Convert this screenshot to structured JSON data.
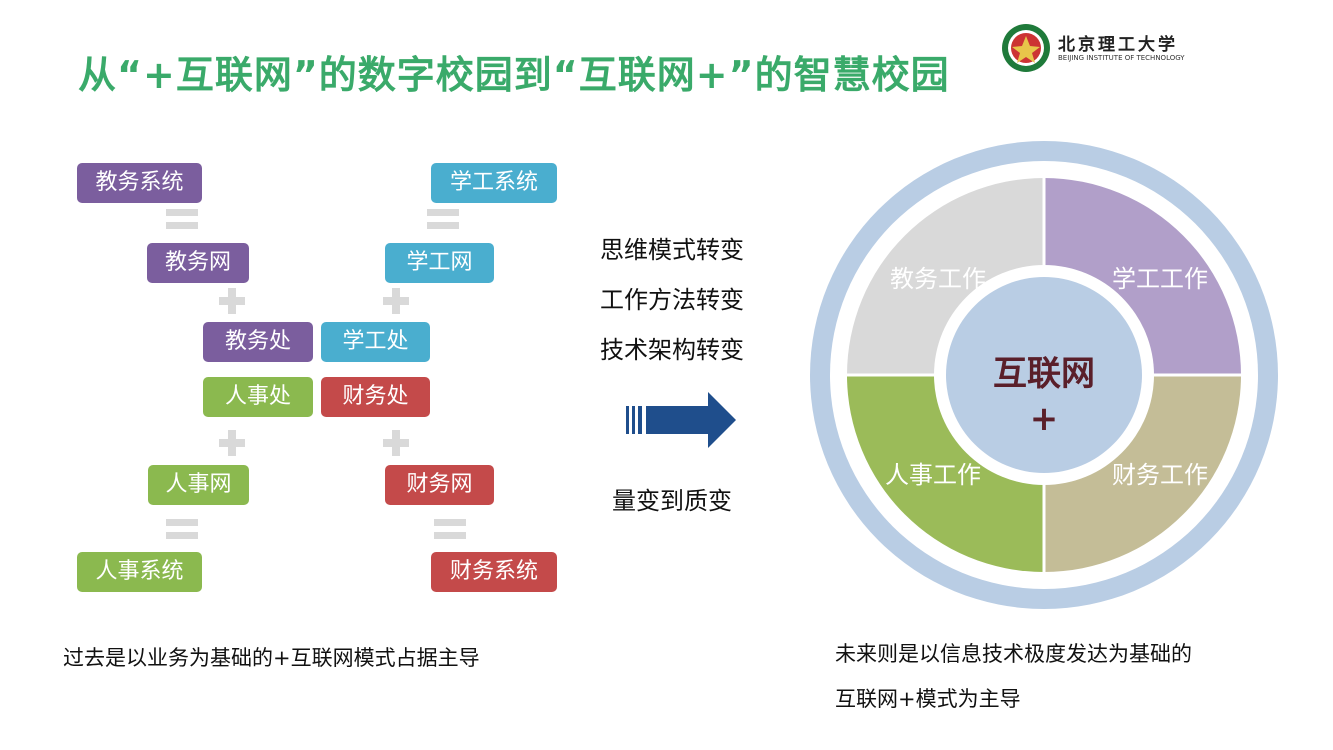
{
  "title": "从“+互联网”的数字校园到“互联网+”的智慧校园",
  "logo": {
    "name_cn": "北京理工大学",
    "name_en": "BEIJING INSTITUTE OF TECHNOLOGY",
    "colors": {
      "ring": "#1f7a3a",
      "inner": "#c33",
      "accent": "#e8c54a"
    }
  },
  "left": {
    "jiaowu_system": "教务系统",
    "xuegong_system": "学工系统",
    "jiaowu_net": "教务网",
    "xuegong_net": "学工网",
    "jiaowu_office": "教务处",
    "xuegong_office": "学工处",
    "renshi_office": "人事处",
    "caiwu_office": "财务处",
    "renshi_net": "人事网",
    "caiwu_net": "财务网",
    "renshi_system": "人事系统",
    "caiwu_system": "财务系统",
    "caption": "过去是以业务为基础的+互联网模式占据主导"
  },
  "middle": {
    "lines": [
      "思维模式转变",
      "工作方法转变",
      "技术架构转变"
    ],
    "result": "量变到质变"
  },
  "right": {
    "segments": {
      "jiaowu": "教务工作",
      "xuegong": "学工工作",
      "renshi": "人事工作",
      "caiwu": "财务工作"
    },
    "center_title": "互联网",
    "center_plus": "+",
    "caption_line1": "未来则是以信息技术极度发达为基础的",
    "caption_line2": "互联网+模式为主导"
  },
  "colors": {
    "title": "#3aaa6a",
    "purple": "#7b5e9e",
    "teal": "#4aaecf",
    "green": "#8bb94f",
    "red": "#c44a4a",
    "arrow": "#1f4e8c",
    "wheel_outer": "#b9cde4",
    "seg_gray": "#d9d9d9",
    "seg_purple": "#b19fc9",
    "seg_green": "#9bbb59",
    "seg_tan": "#c4bd97",
    "center": "#b9cde4",
    "center_text": "#5a1f2a"
  }
}
